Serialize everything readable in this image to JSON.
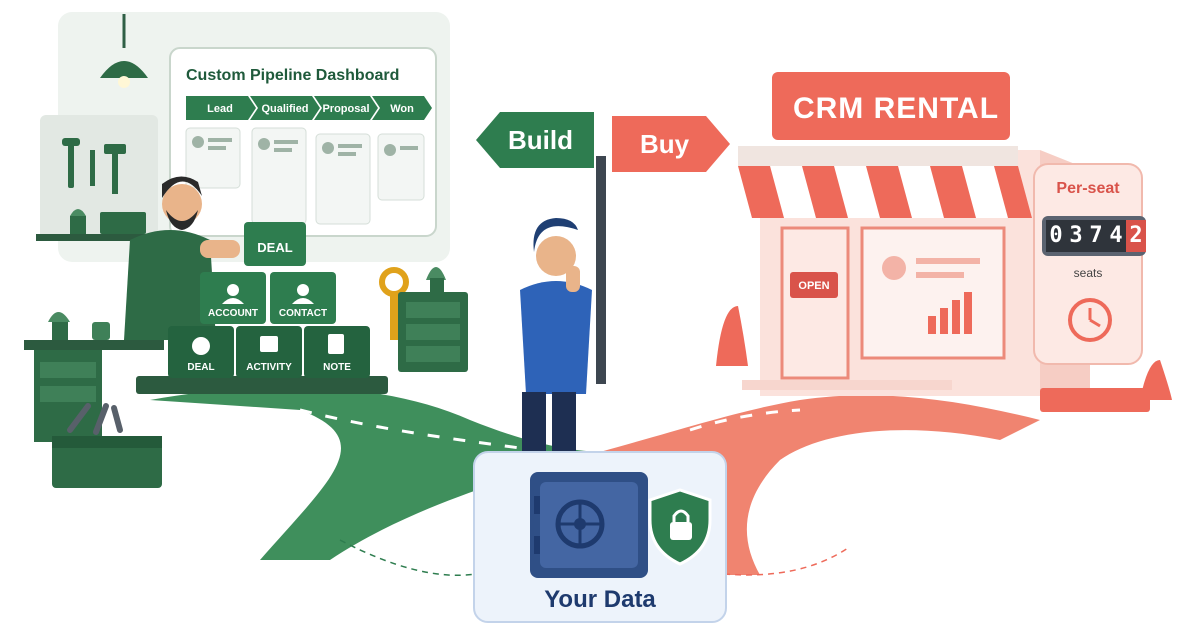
{
  "dashboard": {
    "title": "Custom Pipeline Dashboard",
    "stages": [
      "Lead",
      "Qualified",
      "Proposal",
      "Won"
    ]
  },
  "signpost": {
    "left": "Build",
    "right": "Buy"
  },
  "store": {
    "banner": "CRM RENTAL",
    "door_sign": "OPEN",
    "meter_label": "Per-seat",
    "meter_digits": [
      "0",
      "3",
      "7",
      "4",
      "2"
    ],
    "meter_unit": "seats"
  },
  "blocks": {
    "top": "DEAL",
    "middle": [
      "ACCOUNT",
      "CONTACT"
    ],
    "bottom": [
      "DEAL",
      "ACTIVITY",
      "NOTE"
    ]
  },
  "vault": {
    "label": "Your Data"
  },
  "colors": {
    "build_green": "#2e7d4f",
    "buy_coral": "#ee6a5a",
    "vault_blue": "#2f4f86"
  },
  "icons": [
    "lamp-icon",
    "tools-icon",
    "key-icon",
    "plant-icon",
    "safe-icon",
    "shield-lock-icon",
    "clock-icon",
    "chart-icon"
  ]
}
